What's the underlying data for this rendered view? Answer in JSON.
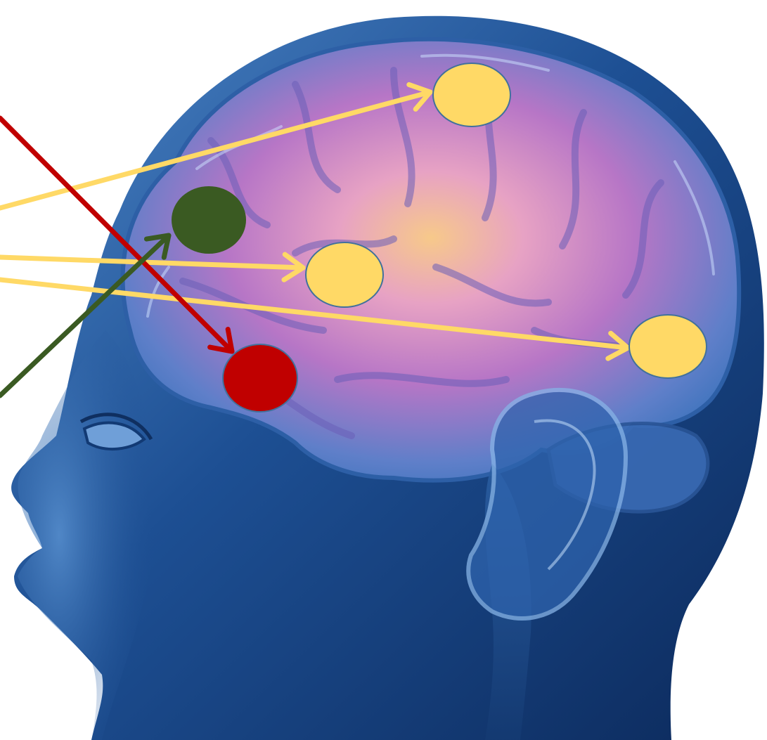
{
  "colors": {
    "background": "#ffffff",
    "head_dark": "#0c2a5c",
    "head_mid": "#1d4f93",
    "head_light": "#4d86c7",
    "brain_outer": "#3f74bd",
    "brain_pink": "#d58ad0",
    "brain_glow": "#f7c98a",
    "yellow_marker": "#ffd966",
    "marker_outline": "#41719c",
    "green_marker": "#3a5a22",
    "red_marker": "#c00000",
    "yellow_arrow": "#ffd966",
    "red_arrow": "#c00000",
    "green_arrow": "#3a5a22"
  },
  "icons": {
    "head": "human-head-profile-icon",
    "brain": "brain-icon",
    "ear": "ear-icon"
  },
  "markers": [
    {
      "name": "yellow-marker-top",
      "color": "yellow"
    },
    {
      "name": "yellow-marker-middle",
      "color": "yellow"
    },
    {
      "name": "yellow-marker-back",
      "color": "yellow"
    },
    {
      "name": "green-marker",
      "color": "green"
    },
    {
      "name": "red-marker",
      "color": "red"
    }
  ],
  "arrows": [
    {
      "name": "yellow-arrow-to-top",
      "color": "yellow",
      "target": "yellow-marker-top"
    },
    {
      "name": "yellow-arrow-to-middle",
      "color": "yellow",
      "target": "yellow-marker-middle"
    },
    {
      "name": "yellow-arrow-to-back",
      "color": "yellow",
      "target": "yellow-marker-back"
    },
    {
      "name": "red-arrow",
      "color": "red",
      "target": "red-marker"
    },
    {
      "name": "green-arrow",
      "color": "green",
      "target": "green-marker"
    }
  ]
}
